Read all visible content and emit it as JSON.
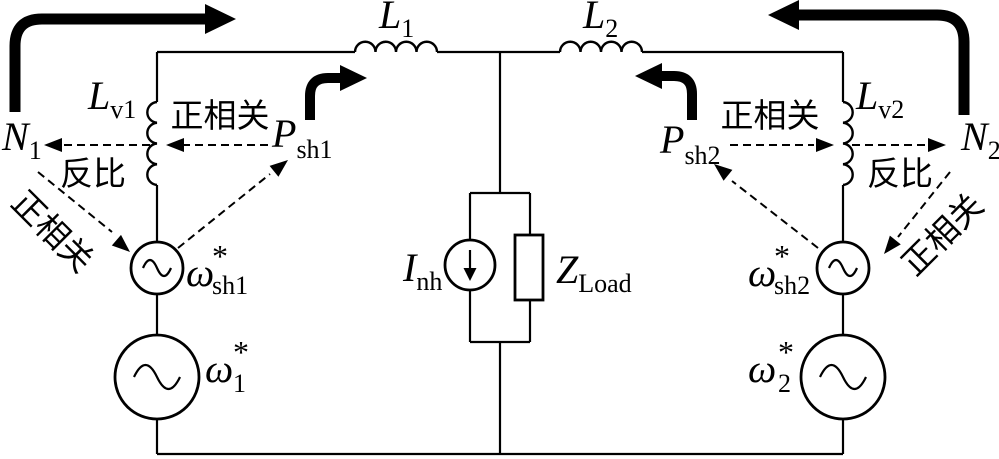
{
  "labels": {
    "l1": {
      "main": "L",
      "sub": "1"
    },
    "l2": {
      "main": "L",
      "sub": "2"
    },
    "lv1": {
      "main": "L",
      "sub": "v1"
    },
    "lv2": {
      "main": "L",
      "sub": "v2"
    },
    "n1": {
      "main": "N",
      "sub": "1"
    },
    "n2": {
      "main": "N",
      "sub": "2"
    },
    "psh1": {
      "main": "P",
      "sub": "sh1"
    },
    "psh2": {
      "main": "P",
      "sub": "sh2"
    },
    "inh": {
      "main": "I",
      "sub": "nh"
    },
    "zload": {
      "main": "Z",
      "sub": "Load"
    },
    "wsh1": {
      "main": "ω",
      "sup": "*",
      "sub": "sh1"
    },
    "wsh2": {
      "main": "ω",
      "sup": "*",
      "sub": "sh2"
    },
    "w1": {
      "main": "ω",
      "sup": "*",
      "sub": "1"
    },
    "w2": {
      "main": "ω",
      "sup": "*",
      "sub": "2"
    }
  },
  "annotations": {
    "positive_correlation": "正相关",
    "inverse": "反比"
  },
  "colors": {
    "stroke": "#000000",
    "background": "#ffffff"
  }
}
